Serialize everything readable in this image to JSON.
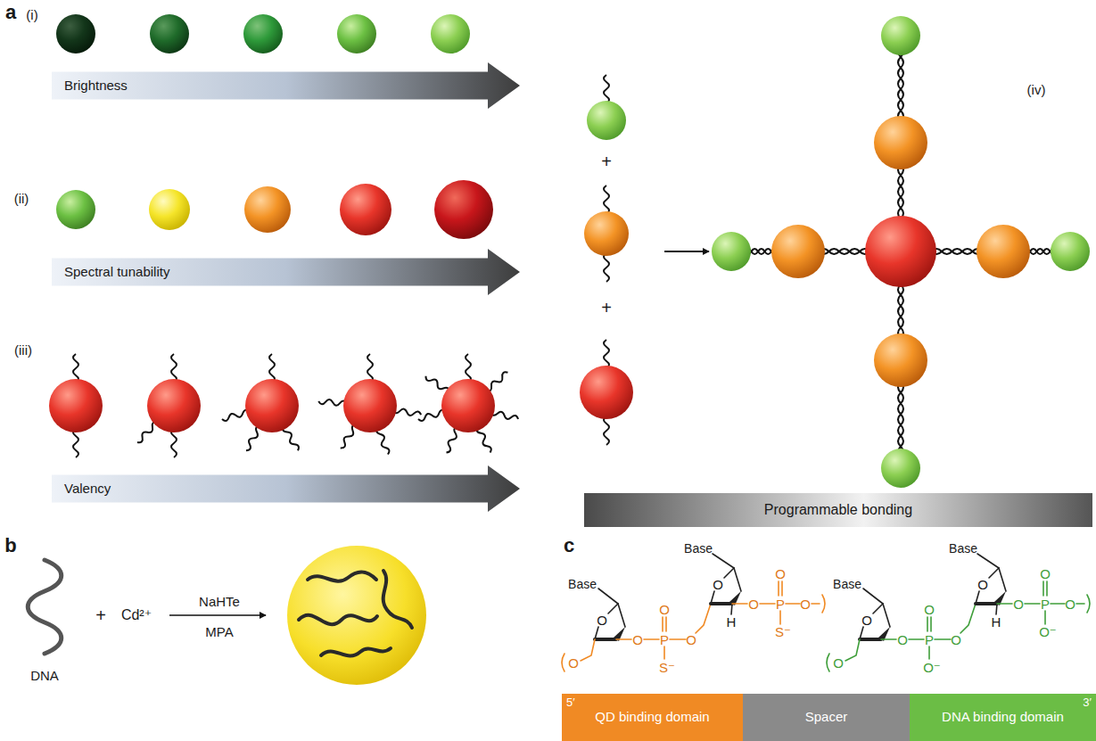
{
  "diagram": {
    "nodes": [
      {
        "text": [
          "Brightness"
        ]
      },
      {
        "text": [
          "Spectral tunability"
        ]
      },
      {
        "text": [
          "Valency"
        ]
      },
      {
        "text": [
          "Programmable bonding"
        ]
      },
      {
        "text": [
          "5′",
          "QD binding domain"
        ]
      },
      {
        "text": [
          "Spacer"
        ]
      },
      {
        "text": [
          "3′",
          "DNA binding domain"
        ]
      }
    ],
    "labels": [
      "a",
      "(i)",
      "(ii)",
      "(iii)",
      "(iv)",
      "+",
      "+",
      "b",
      "DNA",
      "+",
      "Cd²⁺",
      "NaHTe",
      "MPA",
      "c",
      "Base",
      "O",
      "O",
      "O",
      "P",
      "O",
      "S⁻",
      "O",
      "Base",
      "O",
      "H",
      "O",
      "P",
      "O",
      "S⁻",
      "O",
      "Base",
      "O",
      "O",
      "O",
      "P",
      "O",
      "O⁻",
      "O",
      "Base",
      "O",
      "H",
      "O",
      "P",
      "O",
      "O⁻",
      "O"
    ]
  }
}
